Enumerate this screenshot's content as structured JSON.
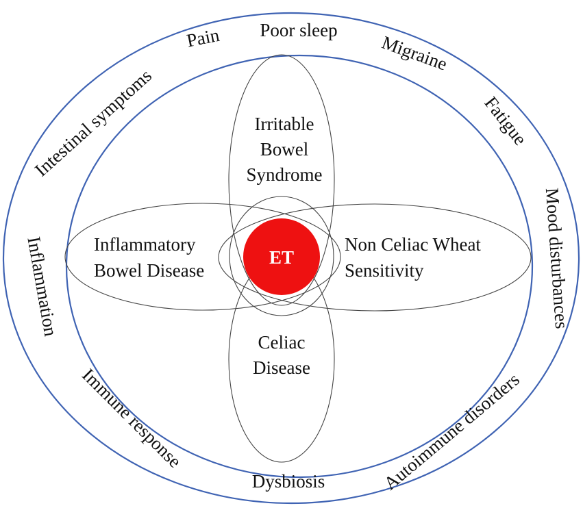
{
  "diagram": {
    "center": {
      "label": "ET",
      "fill": "#ee1111"
    },
    "ring_color": "#3f63b3",
    "diseases": {
      "top": [
        "Irritable",
        "Bowel",
        "Syndrome"
      ],
      "left": [
        "Inflammatory",
        "Bowel Disease"
      ],
      "right": [
        "Non Celiac Wheat",
        "Sensitivity"
      ],
      "bottom": [
        "Celiac",
        "Disease"
      ]
    },
    "symptoms": {
      "pain": "Pain",
      "poor_sleep": "Poor sleep",
      "migraine": "Migraine",
      "fatigue": "Fatigue",
      "intestinal_symptoms": "Intestinal symptoms",
      "mood_disturbances": "Mood disturbances",
      "inflammation": "Inflammation",
      "immune_response": "Immune response",
      "dysbiosis": "Dysbiosis",
      "autoimmune_disorders": "Autoimmune disorders"
    }
  }
}
